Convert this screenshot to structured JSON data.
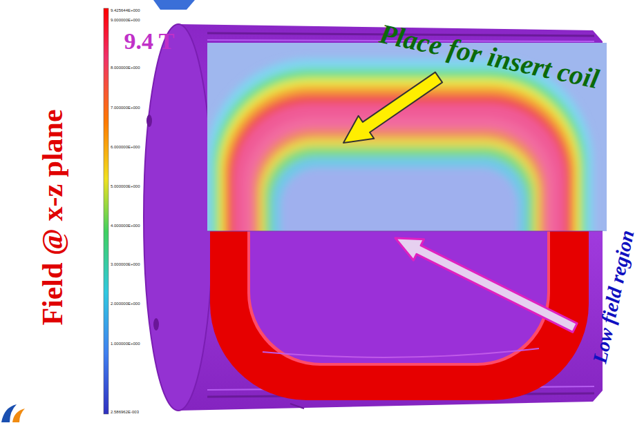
{
  "diagram": {
    "labels": [
      "9.4 T",
      "Place for insert coil",
      "Low field region",
      "Field @ x-z plane",
      "9.425644E+000",
      "9.000000E+000",
      "8.000000E+000",
      "7.000000E+000",
      "6.000000E+000",
      "5.000000E+000",
      "4.000000E+000",
      "3.000000E+000",
      "2.000000E+000",
      "1.000000E+000",
      "2.586962E-003"
    ]
  }
}
